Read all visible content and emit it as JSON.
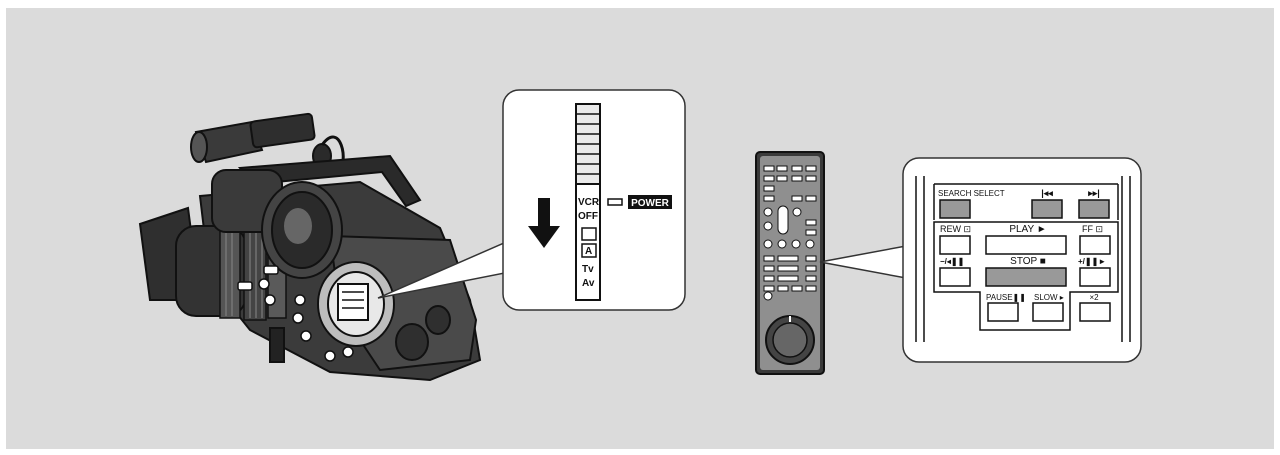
{
  "dial": {
    "vcr": "VCR",
    "off": "OFF",
    "auto": "A",
    "tv": "Tv",
    "av": "Av",
    "power": "POWER"
  },
  "remote": {
    "search_select": "SEARCH SELECT",
    "skip_back": "|◂◂",
    "skip_fwd": "▸▸|",
    "rew": "REW ⊡",
    "play": "PLAY ►",
    "ff": "FF ⊡",
    "frame_back": "−/◂❚❚",
    "stop": "STOP ■",
    "frame_fwd": "+/❚❚►",
    "pause": "PAUSE❚❚",
    "slow": "SLOW ▸",
    "x2": "×2"
  },
  "colors": {
    "background": "#dbdbdb",
    "panel": "#ffffff",
    "highlight_button": "#999999",
    "ink": "#111111"
  }
}
